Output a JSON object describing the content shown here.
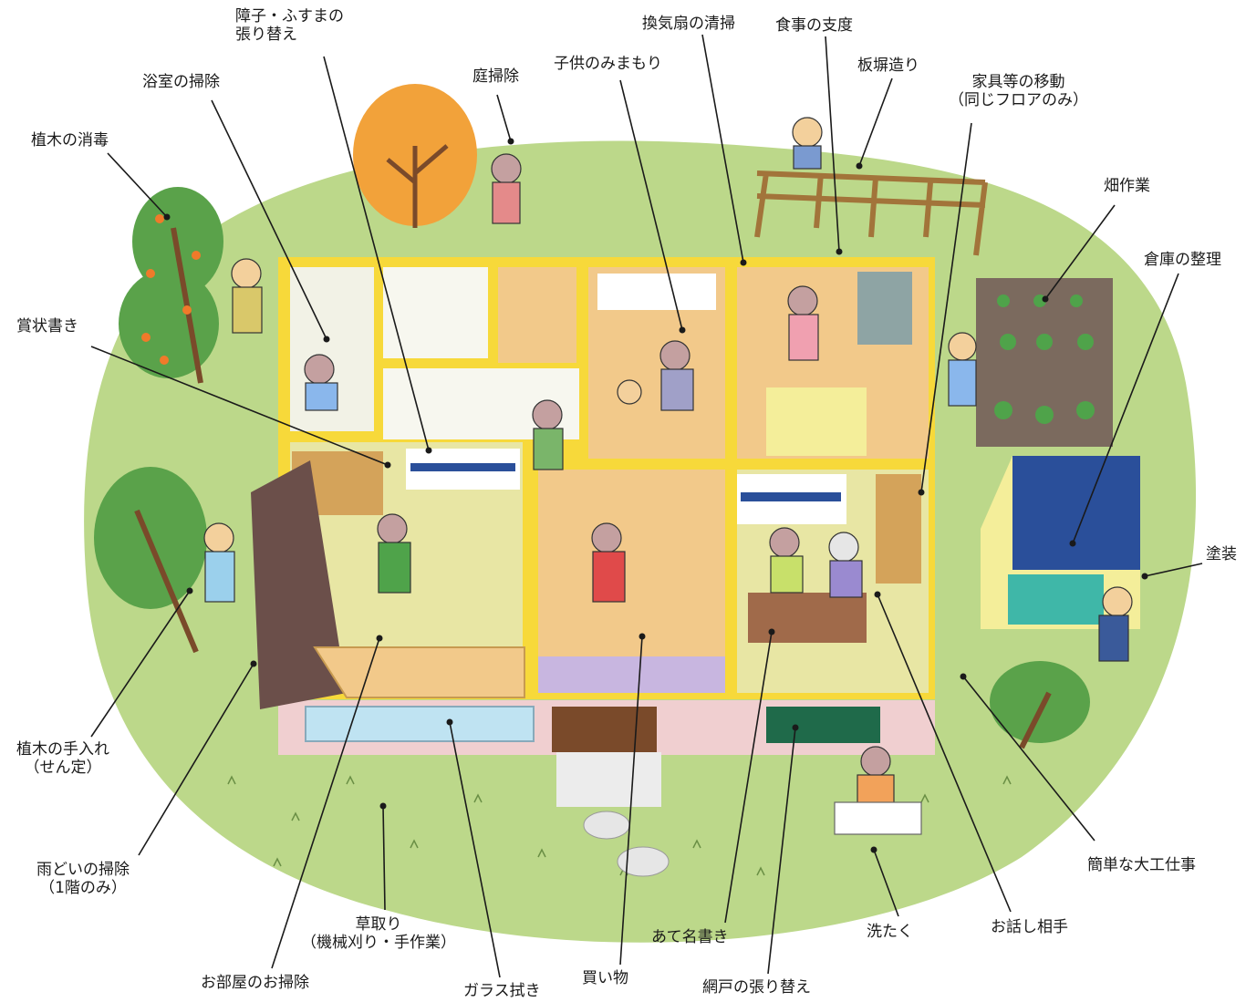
{
  "colors": {
    "lawn": "#bcd88a",
    "house_frame": "#f7d93a",
    "floor_wood": "#f2c98a",
    "tatami": "#e8e6a4",
    "roof": "#6b4f4a",
    "tree_green": "#5aa24a",
    "tree_orange": "#f2a23a",
    "shed_roof": "#2a4f9a"
  },
  "labels": {
    "shoji": {
      "l1": "障子・ふすまの",
      "l2": "張り替え"
    },
    "kanki": {
      "l1": "換気扇の清掃"
    },
    "shokuji": {
      "l1": "食事の支度"
    },
    "yokushitsu": {
      "l1": "浴室の掃除"
    },
    "niwa": {
      "l1": "庭掃除"
    },
    "kodomo": {
      "l1": "子供のみまもり"
    },
    "itabei": {
      "l1": "板塀造り"
    },
    "kagu": {
      "l1": "家具等の移動",
      "l2": "（同じフロアのみ）"
    },
    "shodoku": {
      "l1": "植木の消毒"
    },
    "hatake": {
      "l1": "畑作業"
    },
    "souko": {
      "l1": "倉庫の整理"
    },
    "shojo": {
      "l1": "賞状書き"
    },
    "tosou": {
      "l1": "塗装"
    },
    "teire": {
      "l1": "植木の手入れ",
      "l2": "（せん定）"
    },
    "amadoi": {
      "l1": "雨どいの掃除",
      "l2": "（1階のみ）"
    },
    "kusa": {
      "l1": "草取り",
      "l2": "（機械刈り・手作業）"
    },
    "heya": {
      "l1": "お部屋のお掃除"
    },
    "garasu": {
      "l1": "ガラス拭き"
    },
    "kaimono": {
      "l1": "買い物"
    },
    "atena": {
      "l1": "あて名書き"
    },
    "amido": {
      "l1": "網戸の張り替え"
    },
    "sentaku": {
      "l1": "洗たく"
    },
    "ohanashi": {
      "l1": "お話し相手"
    },
    "daiku": {
      "l1": "簡単な大工仕事"
    }
  }
}
